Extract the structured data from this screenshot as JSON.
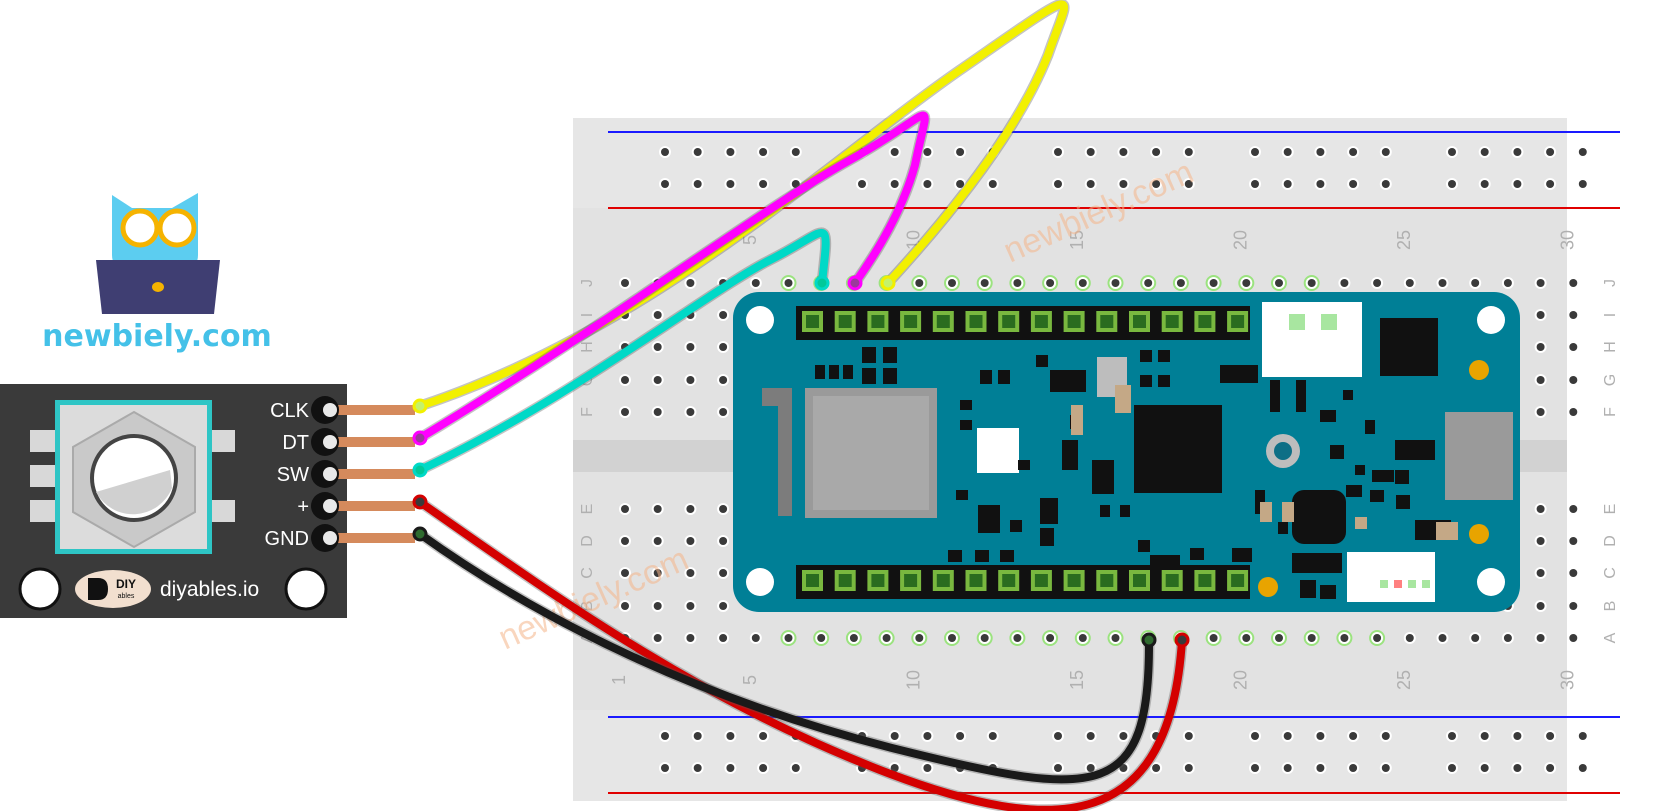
{
  "logo": {
    "text": "newbiely.com",
    "text_color": "#44c1e8",
    "owl_color": "#5ccdf0",
    "laptop_color": "#3f3e72"
  },
  "encoder": {
    "pins": [
      "CLK",
      "DT",
      "SW",
      "+",
      "GND"
    ],
    "brand": "diyables.io",
    "badge_top": "DIY",
    "badge_bottom": "ables"
  },
  "breadboard": {
    "column_numbers_top": [
      "5",
      "10",
      "15",
      "20",
      "25",
      "30"
    ],
    "column_numbers_bottom": [
      "1",
      "5",
      "10",
      "15",
      "20",
      "25",
      "30"
    ],
    "row_letters_top": [
      "J",
      "I",
      "H",
      "G",
      "F"
    ],
    "row_letters_bottom": [
      "E",
      "D",
      "C",
      "B",
      "A"
    ]
  },
  "watermarks": [
    "newbiely.com",
    "newbiely.com"
  ],
  "colors": {
    "board": "#007f96",
    "breadboard": "#e2e2e2",
    "wire_clk": "#f2f000",
    "wire_dt": "#ff00ff",
    "wire_sw": "#00d9c7",
    "wire_vcc": "#d40000",
    "wire_gnd": "#1a1a1a"
  }
}
